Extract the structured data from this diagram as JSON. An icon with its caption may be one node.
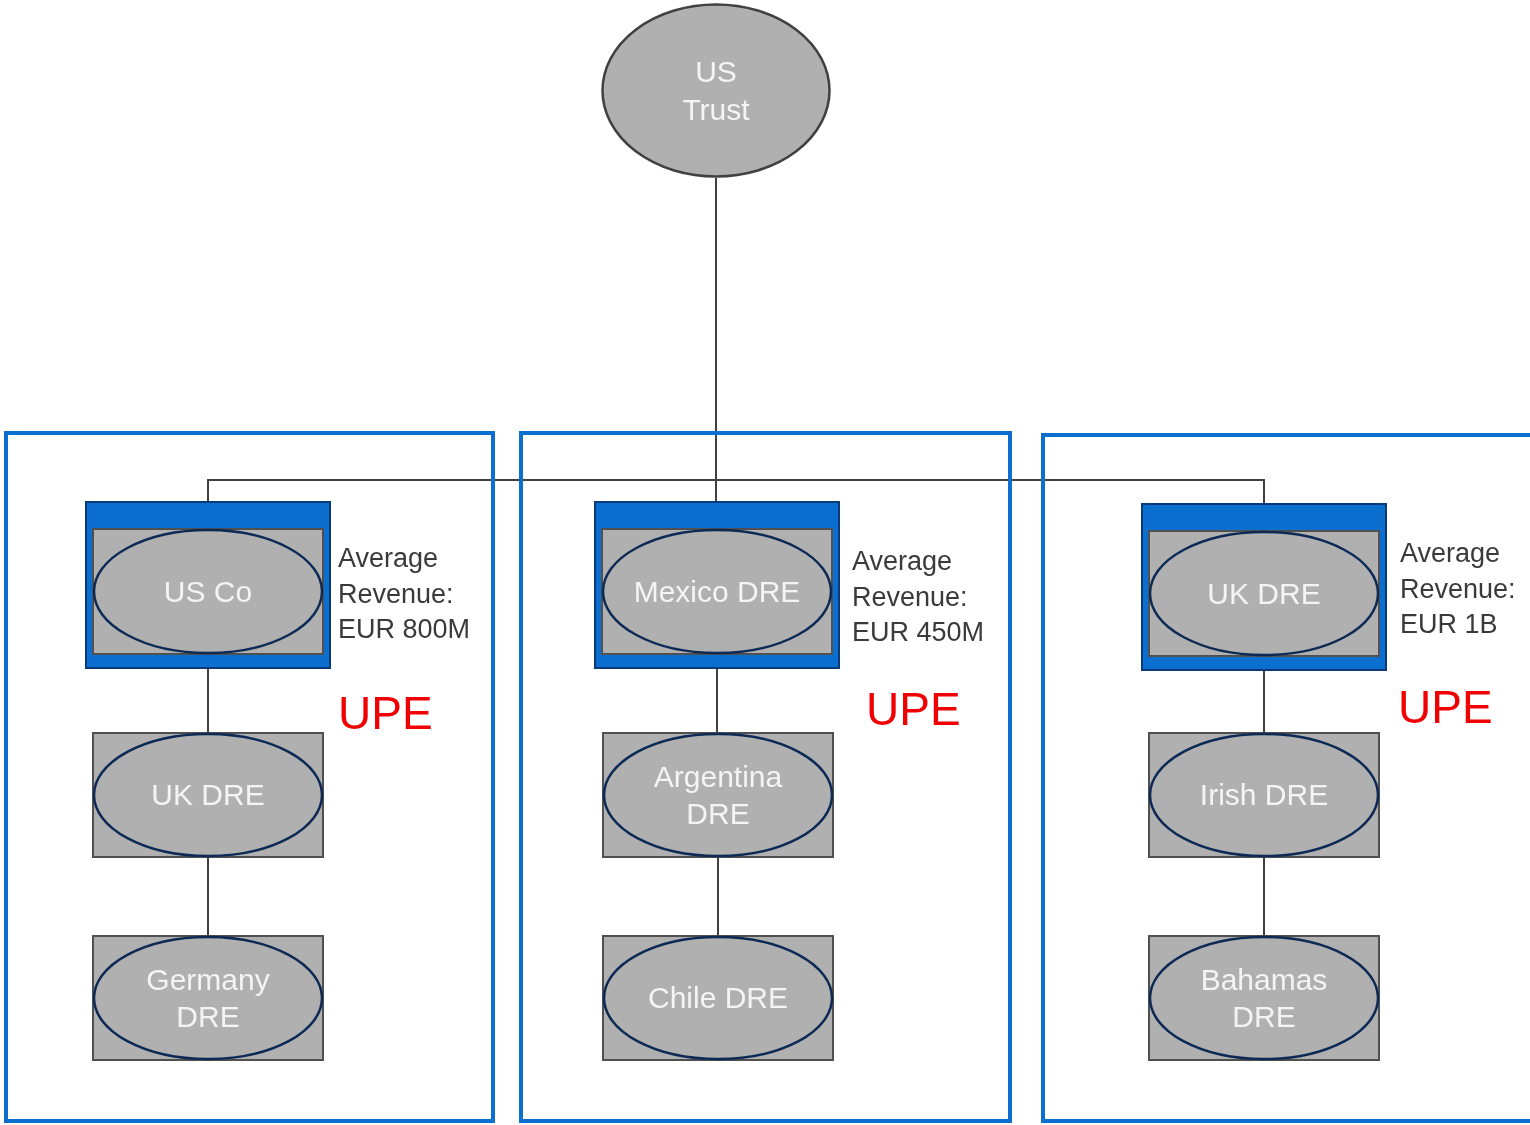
{
  "diagram": {
    "nodes": [
      {
        "text": [
          "US Trust"
        ]
      },
      {
        "text": [],
        "shape": "box"
      },
      {
        "text": [
          "US Co"
        ],
        "in": 1,
        "beside": [
          "Average Revenue: EUR 800M",
          "UPE"
        ]
      },
      {
        "text": [
          "UK DRE"
        ],
        "in": 1
      },
      {
        "text": [
          "Germany DRE"
        ],
        "in": 1
      },
      {
        "text": [],
        "shape": "box"
      },
      {
        "text": [
          "Mexico DRE"
        ],
        "in": 5,
        "beside": [
          "Average Revenue: EUR 450M",
          "UPE"
        ]
      },
      {
        "text": [
          "Argentina DRE"
        ],
        "in": 5
      },
      {
        "text": [
          "Chile DRE"
        ],
        "in": 5
      },
      {
        "text": [],
        "shape": "box"
      },
      {
        "text": [
          "UK DRE"
        ],
        "in": 9,
        "beside": [
          "Average Revenue: EUR 1B",
          "UPE"
        ]
      },
      {
        "text": [
          "Irish DRE"
        ],
        "in": 9
      },
      {
        "text": [
          "Bahamas DRE"
        ],
        "in": 9
      }
    ],
    "edges": [
      {
        "from": 0,
        "to": 2,
        "arrow": "none"
      },
      {
        "from": 0,
        "to": 6,
        "arrow": "none"
      },
      {
        "from": 0,
        "to": 10,
        "arrow": "none"
      },
      {
        "from": 2,
        "to": 3,
        "arrow": "none"
      },
      {
        "from": 3,
        "to": 4,
        "arrow": "none"
      },
      {
        "from": 6,
        "to": 7,
        "arrow": "none"
      },
      {
        "from": 7,
        "to": 8,
        "arrow": "none"
      },
      {
        "from": 10,
        "to": 11,
        "arrow": "none"
      },
      {
        "from": 11,
        "to": 12,
        "arrow": "none"
      }
    ]
  }
}
